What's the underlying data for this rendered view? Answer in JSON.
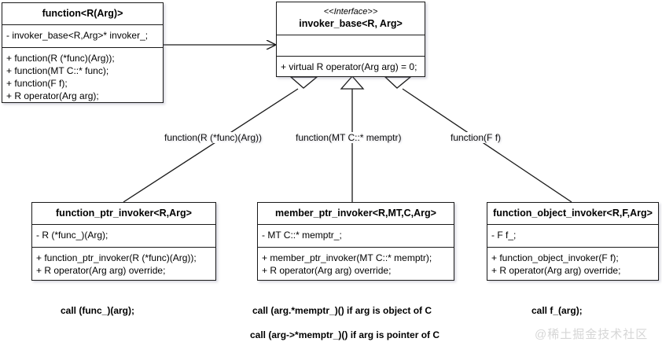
{
  "diagram": {
    "title": "C++ std::function type erasure UML class diagram",
    "watermark": "@稀土掘金技术社区",
    "colors": {
      "stroke": "#1a1a1a",
      "background": "#ffffff",
      "watermark": "#d6d6d6"
    }
  },
  "classes": {
    "function": {
      "name": "function<R(Arg)>",
      "attributes": [
        "- invoker_base<R,Arg>* invoker_;"
      ],
      "operations": [
        "+ function(R (*func)(Arg));",
        "+ function(MT C::* func);",
        "+ function(F f);",
        "+ R operator(Arg arg);"
      ]
    },
    "invoker_base": {
      "stereotype": "<<Interface>>",
      "name": "invoker_base<R, Arg>",
      "attributes": [],
      "operations": [
        "+ virtual R operator(Arg arg) = 0;"
      ]
    },
    "function_ptr_invoker": {
      "name": "function_ptr_invoker<R,Arg>",
      "attributes": [
        "- R (*func_)(Arg);"
      ],
      "operations": [
        "+ function_ptr_invoker(R (*func)(Arg));",
        "+ R operator(Arg arg)  override;"
      ]
    },
    "member_ptr_invoker": {
      "name": "member_ptr_invoker<R,MT,C,Arg>",
      "attributes": [
        "- MT C::* memptr_;"
      ],
      "operations": [
        "+ member_ptr_invoker(MT C::* memptr);",
        "+ R operator(Arg arg)  override;"
      ]
    },
    "function_object_invoker": {
      "name": "function_object_invoker<R,F,Arg>",
      "attributes": [
        "- F f_;"
      ],
      "operations": [
        "+ function_object_invoker(F f);",
        "+ R operator(Arg arg)  override;"
      ]
    }
  },
  "edge_labels": {
    "function_ptr": "function(R (*func)(Arg))",
    "member_ptr": "function(MT C::* memptr)",
    "function_object": "function(F f)"
  },
  "call_notes": {
    "function_ptr": "call (func_)(arg);",
    "member_ptr_object": "call (arg.*memptr_)() if arg is object of C",
    "member_ptr_pointer": "call (arg->*memptr_)() if arg is pointer of C",
    "function_object": "call f_(arg);"
  }
}
